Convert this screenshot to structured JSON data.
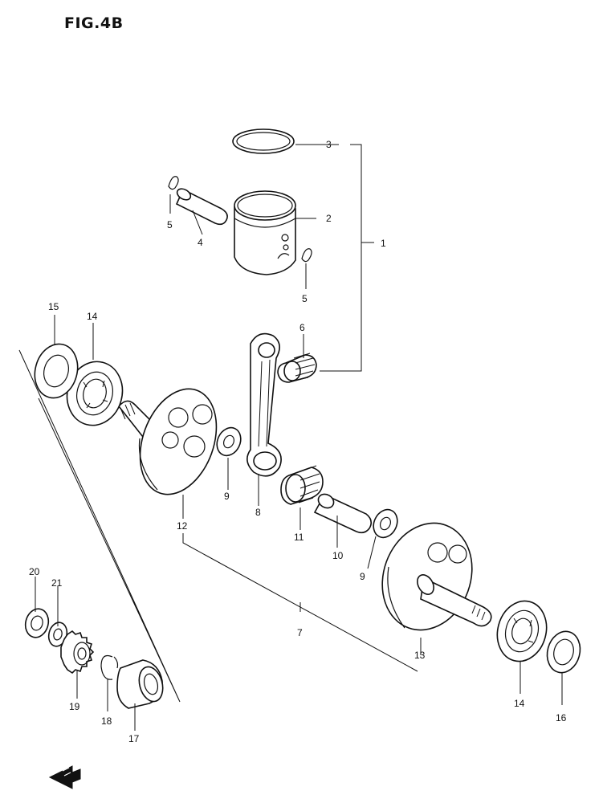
{
  "title": "FIG.4B",
  "labels": {
    "n1": "1",
    "n2": "2",
    "n3": "3",
    "n4": "4",
    "n5a": "5",
    "n5b": "5",
    "n6": "6",
    "n7": "7",
    "n8": "8",
    "n9a": "9",
    "n9b": "9",
    "n10": "10",
    "n11": "11",
    "n12": "12",
    "n13": "13",
    "n14a": "14",
    "n14b": "14",
    "n15": "15",
    "n16": "16",
    "n17": "17",
    "n18": "18",
    "n19": "19",
    "n20": "20",
    "n21": "21"
  },
  "colors": {
    "line": "#111111",
    "background": "#ffffff"
  },
  "icons": {
    "front-arrow": "front-direction-arrow-icon"
  }
}
